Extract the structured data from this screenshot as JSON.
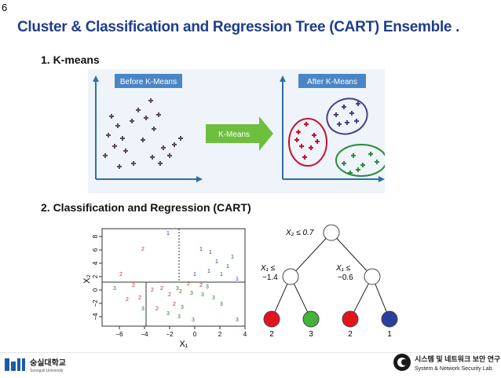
{
  "slide": {
    "number": "6",
    "title": "Cluster & Classification and Regression Tree (CART) Ensemble ."
  },
  "sections": {
    "kmeans_heading": "1. K-means",
    "cart_heading": "2. Classification and Regression (CART)"
  },
  "kmeans": {
    "before_label": "Before K-Means",
    "after_label": "After K-Means",
    "arrow_label": "K-Means",
    "colors": {
      "label_bg": "#4a86c6",
      "arrow": "#6fbf3f",
      "cluster_red": "#c8102e",
      "cluster_blue": "#4a3f8c",
      "cluster_green": "#2d8a3e",
      "points": "#5a4a62"
    }
  },
  "cart_plot": {
    "xlabel": "X₁",
    "ylabel": "X₂",
    "xticks": [
      "−6",
      "−4",
      "−2",
      "0",
      "2",
      "4"
    ],
    "yticks": [
      "−4",
      "−2",
      "0",
      "2",
      "4",
      "6",
      "8"
    ],
    "colors": {
      "class1": "#1a3aa8",
      "class2": "#d02020",
      "class3": "#207a30"
    }
  },
  "tree": {
    "root_label": "X₂ ≤ 0.7",
    "left_label_a": "X₁ ≤",
    "left_label_b": "−1.4",
    "right_label_a": "X₁ ≤",
    "right_label_b": "−0.6",
    "leaves": [
      "2",
      "3",
      "2",
      "1"
    ],
    "leaf_colors": [
      "#e4141e",
      "#46b23a",
      "#e4141e",
      "#2a3e9e"
    ]
  },
  "footer": {
    "left_logo_text": "숭실대학교",
    "left_logo_sub": "Soongsil University",
    "right_logo_text": "시스템 및 네트워크 보안 연구실",
    "right_logo_sub": "System & Network Security Lab."
  }
}
